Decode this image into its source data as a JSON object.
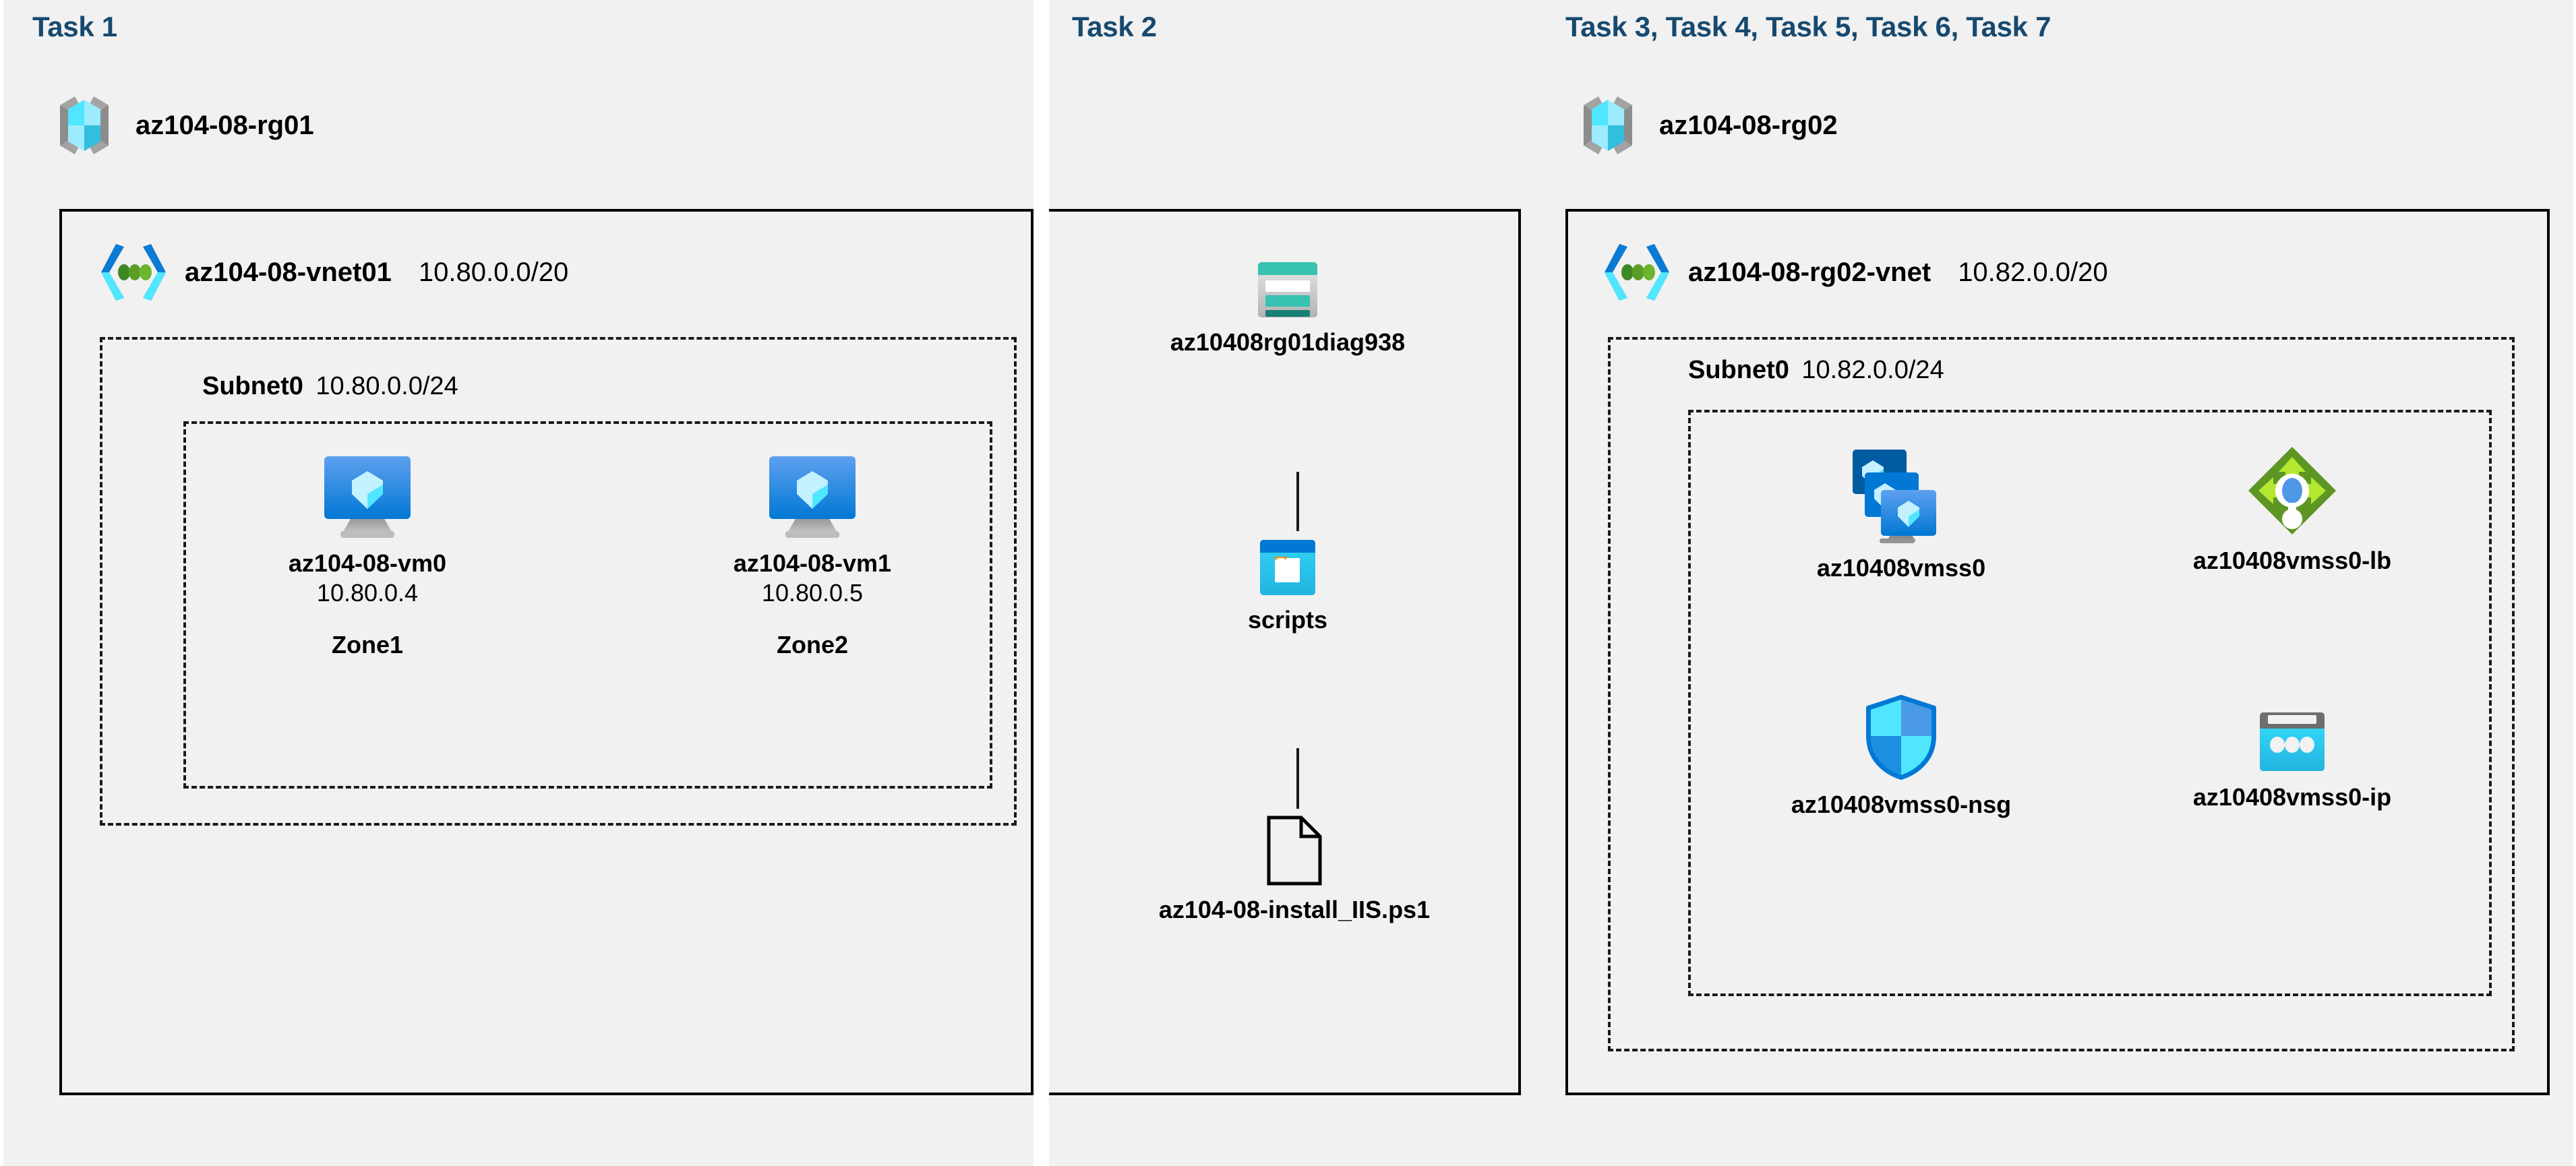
{
  "panels": [
    {
      "title": "Task 1"
    },
    {
      "title": "Task 2"
    },
    {
      "title": "Task 3, Task 4, Task 5, Task 6, Task 7"
    }
  ],
  "colors": {
    "task_title": "#17496f",
    "panel_bg": "#f1f1f1",
    "page_bg": "#ffffff",
    "border": "#000000",
    "azure_blue": "#0078d4",
    "azure_cyan": "#50e6ff",
    "storage_teal": "#37c2b1",
    "lb_green": "#59b4d9",
    "icon_gray": "#949494"
  },
  "task1": {
    "resource_group": {
      "icon": "resource-group-icon",
      "name": "az104-08-rg01"
    },
    "vnet": {
      "icon": "virtual-network-icon",
      "name": "az104-08-vnet01",
      "cidr": "10.80.0.0/20"
    },
    "subnet": {
      "name": "Subnet0",
      "cidr": "10.80.0.0/24"
    },
    "vms": [
      {
        "icon": "virtual-machine-icon",
        "name": "az104-08-vm0",
        "ip": "10.80.0.4",
        "zone": "Zone1"
      },
      {
        "icon": "virtual-machine-icon",
        "name": "az104-08-vm1",
        "ip": "10.80.0.5",
        "zone": "Zone2"
      }
    ]
  },
  "task2": {
    "storage_account": {
      "icon": "storage-account-icon",
      "name": "az10408rg01diag938"
    },
    "container": {
      "icon": "blob-container-icon",
      "name": "scripts"
    },
    "file": {
      "icon": "file-document-icon",
      "name": "az104-08-install_IIS.ps1"
    }
  },
  "task3": {
    "resource_group": {
      "icon": "resource-group-icon",
      "name": "az104-08-rg02"
    },
    "vnet": {
      "icon": "virtual-network-icon",
      "name": "az104-08-rg02-vnet",
      "cidr": "10.82.0.0/20"
    },
    "subnet": {
      "name": "Subnet0",
      "cidr": "10.82.0.0/24"
    },
    "resources": [
      {
        "icon": "vm-scale-set-icon",
        "name": "az10408vmss0"
      },
      {
        "icon": "load-balancer-icon",
        "name": "az10408vmss0-lb"
      },
      {
        "icon": "network-security-group-icon",
        "name": "az10408vmss0-nsg"
      },
      {
        "icon": "public-ip-address-icon",
        "name": "az10408vmss0-ip"
      }
    ]
  }
}
